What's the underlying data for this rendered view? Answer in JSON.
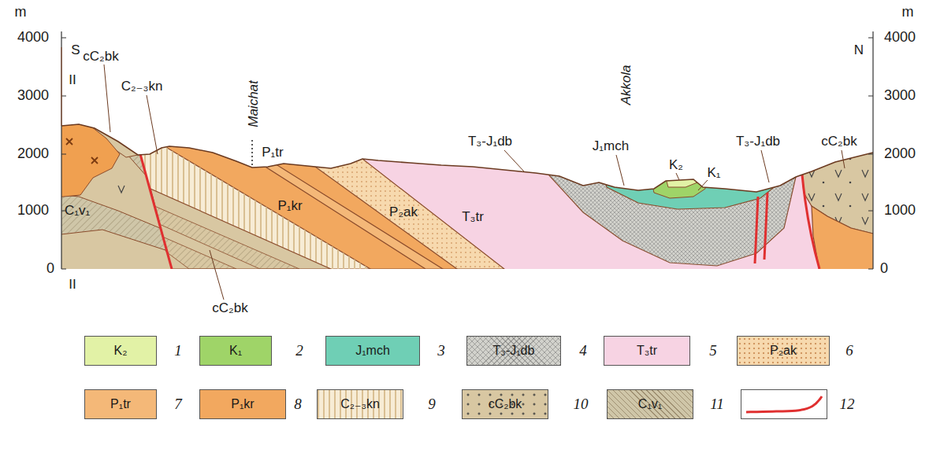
{
  "diagram": {
    "labels": [
      "m",
      "4000",
      "3000",
      "2000",
      "1000",
      "0",
      "m",
      "4000",
      "3000",
      "2000",
      "1000",
      "0",
      "S",
      "N",
      "II",
      "II",
      "cC₂bk",
      "C₂₋₃kn",
      "Maichat",
      "P₁tr",
      "P₁kr",
      "P₂ak",
      "T₃tr",
      "T₃-J₁db",
      "J₁mch",
      "Akkola",
      "K₂",
      "K₁",
      "T₃-J₁db",
      "cC₂bk",
      "C₁v₁",
      "cC₂bk",
      "K₂",
      "K₁",
      "J₁mch",
      "T₃-J₁db",
      "T₃tr",
      "P₂ak",
      "P₁tr",
      "P₁kr",
      "C₂₋₃kn",
      "cC₂bk",
      "C₁v₁"
    ],
    "legend": [
      {
        "text": "1",
        "color": "#e2f2a6"
      },
      {
        "text": "2",
        "color": "#9fd468"
      },
      {
        "text": "3",
        "color": "#6fcfb5"
      },
      {
        "text": "4",
        "color": "#d2d2cc"
      },
      {
        "text": "5",
        "color": "#f7d3e3"
      },
      {
        "text": "6",
        "color": "#f7d9ae"
      },
      {
        "text": "7",
        "color": "#f4b878"
      },
      {
        "text": "8",
        "color": "#f2a85f"
      },
      {
        "text": "9",
        "color": "#f7ecd5"
      },
      {
        "text": "10",
        "color": "#d8c7a2"
      },
      {
        "text": "11",
        "color": "#cfc6a8"
      },
      {
        "text": "12"
      }
    ]
  }
}
